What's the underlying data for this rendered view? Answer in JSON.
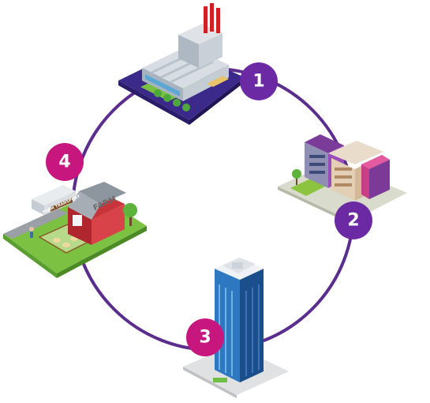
{
  "colors": {
    "ring": "#5b2d8e",
    "badge_purple": "#6b2aa3",
    "badge_magenta": "#c8167f"
  },
  "stages": [
    {
      "number": "1",
      "icon": "factory-icon"
    },
    {
      "number": "2",
      "icon": "office-building-icon"
    },
    {
      "number": "3",
      "icon": "skyscraper-icon"
    },
    {
      "number": "4",
      "icon": "farm-icon"
    }
  ],
  "farm_sign": "FARM",
  "truck_sign": "FARM TRANSPORT"
}
